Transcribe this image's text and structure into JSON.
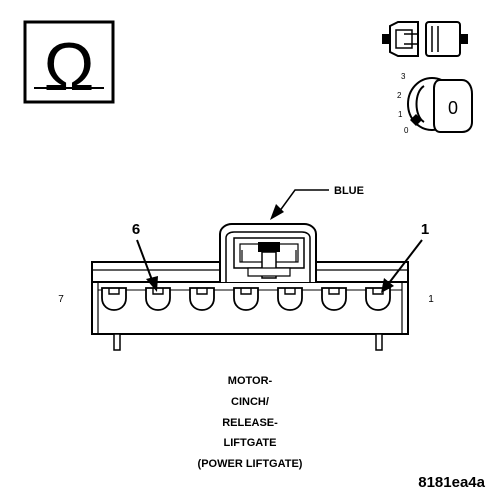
{
  "ohm_symbol": "Ω",
  "ignition": {
    "key_position_label": "0",
    "switch_positions": [
      "3",
      "2",
      "1",
      "0"
    ]
  },
  "connector": {
    "wire_color_callout": "BLUE",
    "pin_callout_left": "6",
    "pin_callout_right": "1",
    "end_label_left": "7",
    "end_label_right": "1"
  },
  "caption_lines": [
    "MOTOR-",
    "CINCH/",
    "RELEASE-",
    "LIFTGATE",
    "(POWER LIFTGATE)"
  ],
  "figure_id": "8181ea4a",
  "colors": {
    "ink": "#000000",
    "paper": "#ffffff",
    "shade": "#9a9a9a"
  }
}
